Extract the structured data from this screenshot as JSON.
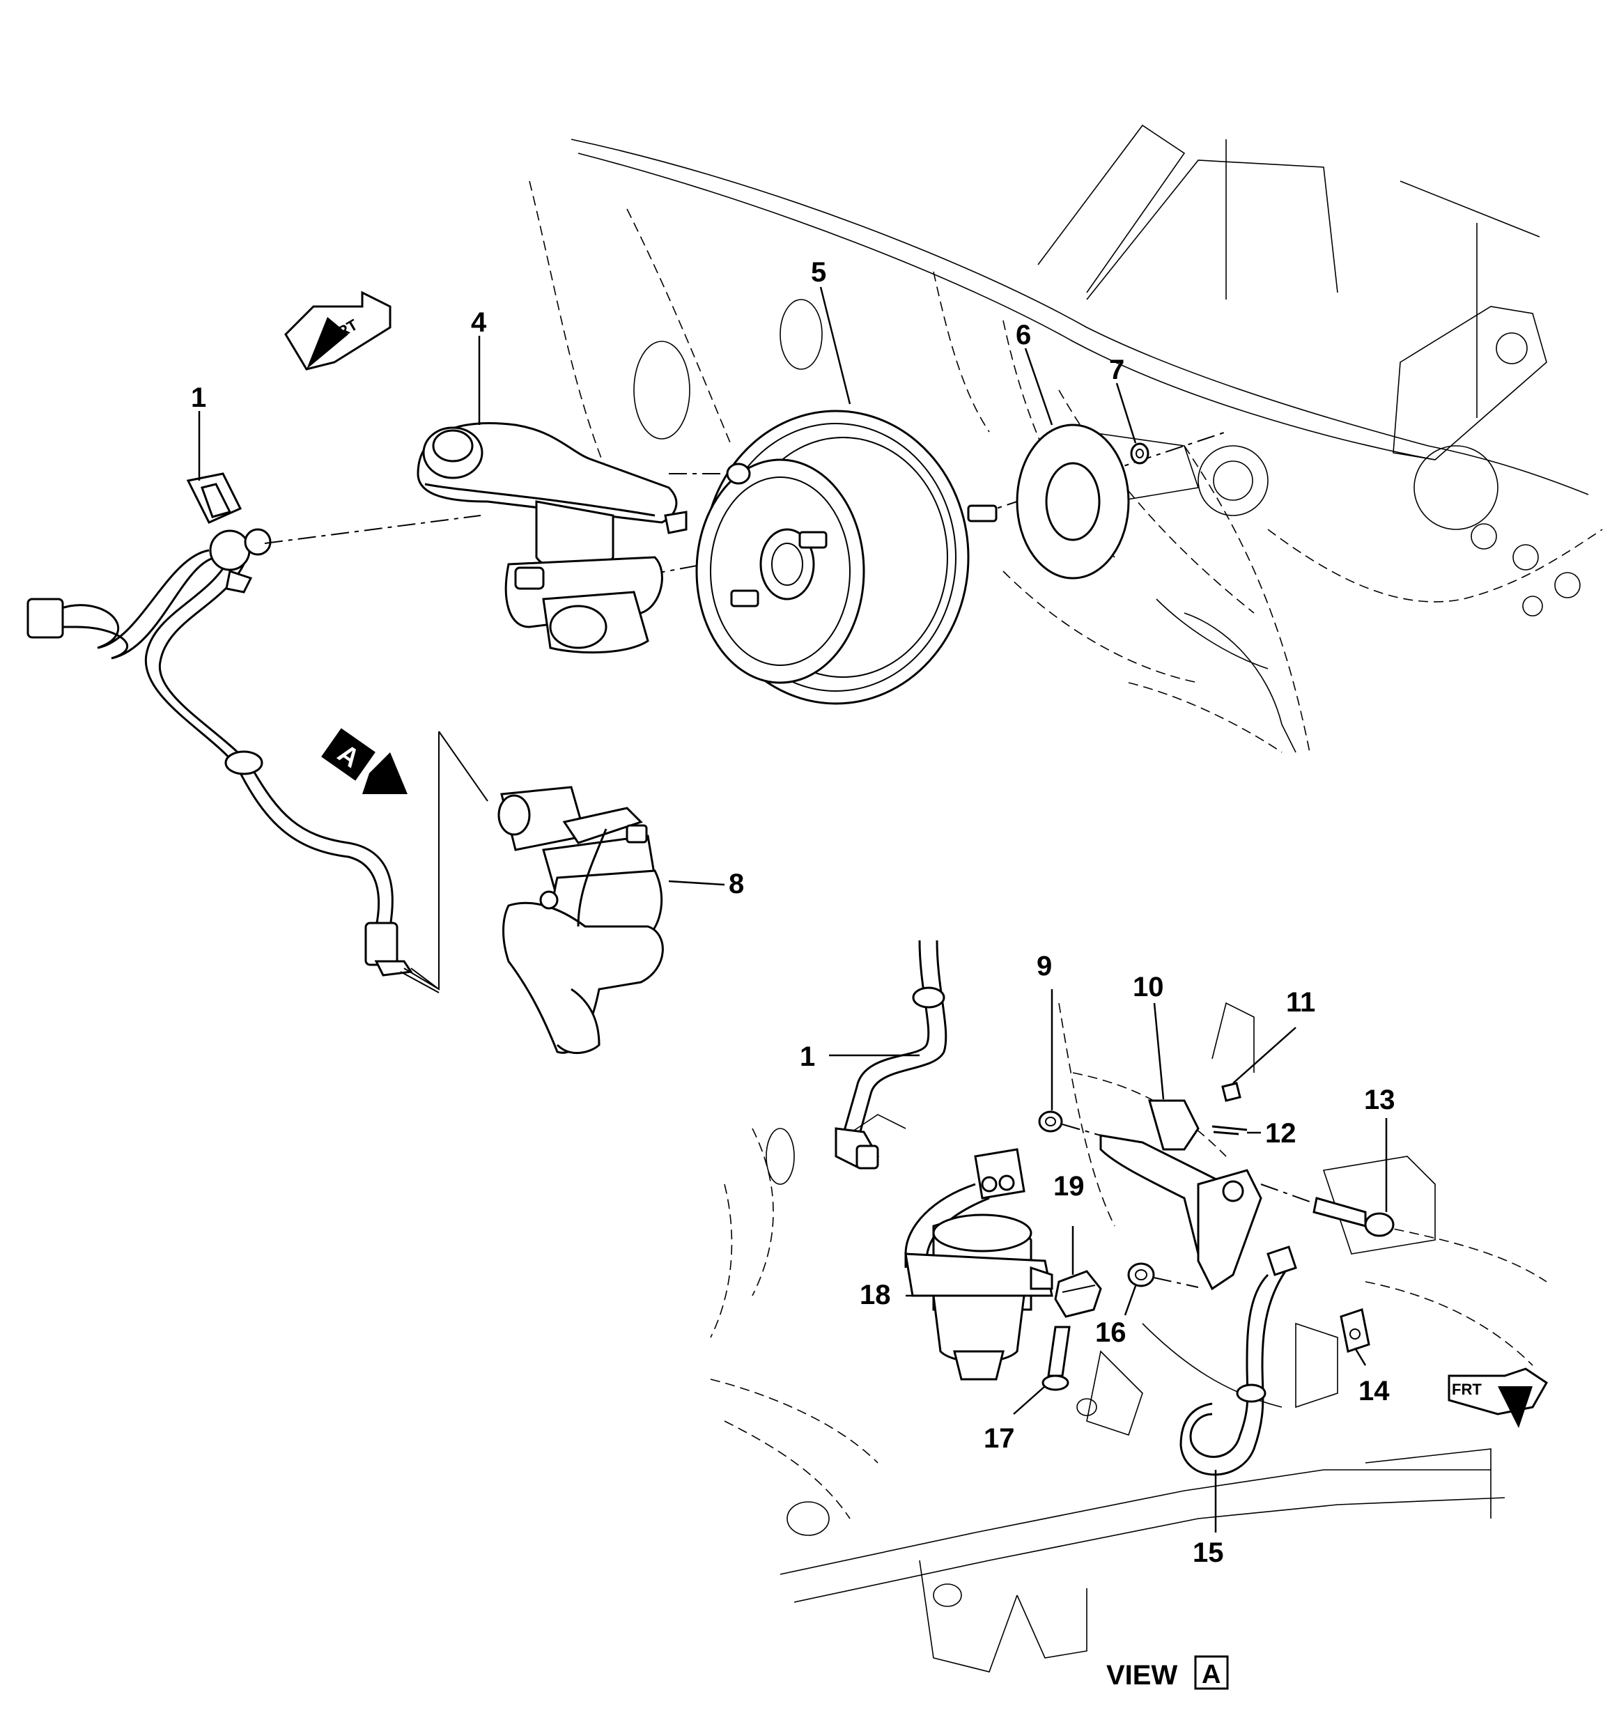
{
  "figure": {
    "callouts": [
      {
        "id": "c1",
        "label": "1"
      },
      {
        "id": "c4",
        "label": "4"
      },
      {
        "id": "c5",
        "label": "5"
      },
      {
        "id": "c6",
        "label": "6"
      },
      {
        "id": "c7",
        "label": "7"
      },
      {
        "id": "c8",
        "label": "8"
      },
      {
        "id": "c1b",
        "label": "1"
      },
      {
        "id": "c9",
        "label": "9"
      },
      {
        "id": "c10",
        "label": "10"
      },
      {
        "id": "c11",
        "label": "11"
      },
      {
        "id": "c12",
        "label": "12"
      },
      {
        "id": "c13",
        "label": "13"
      },
      {
        "id": "c14",
        "label": "14"
      },
      {
        "id": "c15",
        "label": "15"
      },
      {
        "id": "c16",
        "label": "16"
      },
      {
        "id": "c17",
        "label": "17"
      },
      {
        "id": "c18",
        "label": "18"
      },
      {
        "id": "c19",
        "label": "19"
      }
    ],
    "front_arrow_top": "FRT",
    "front_arrow_bottom": "FRT",
    "view_marker": "A",
    "view_caption": "VIEW",
    "view_caption_box": "A"
  }
}
